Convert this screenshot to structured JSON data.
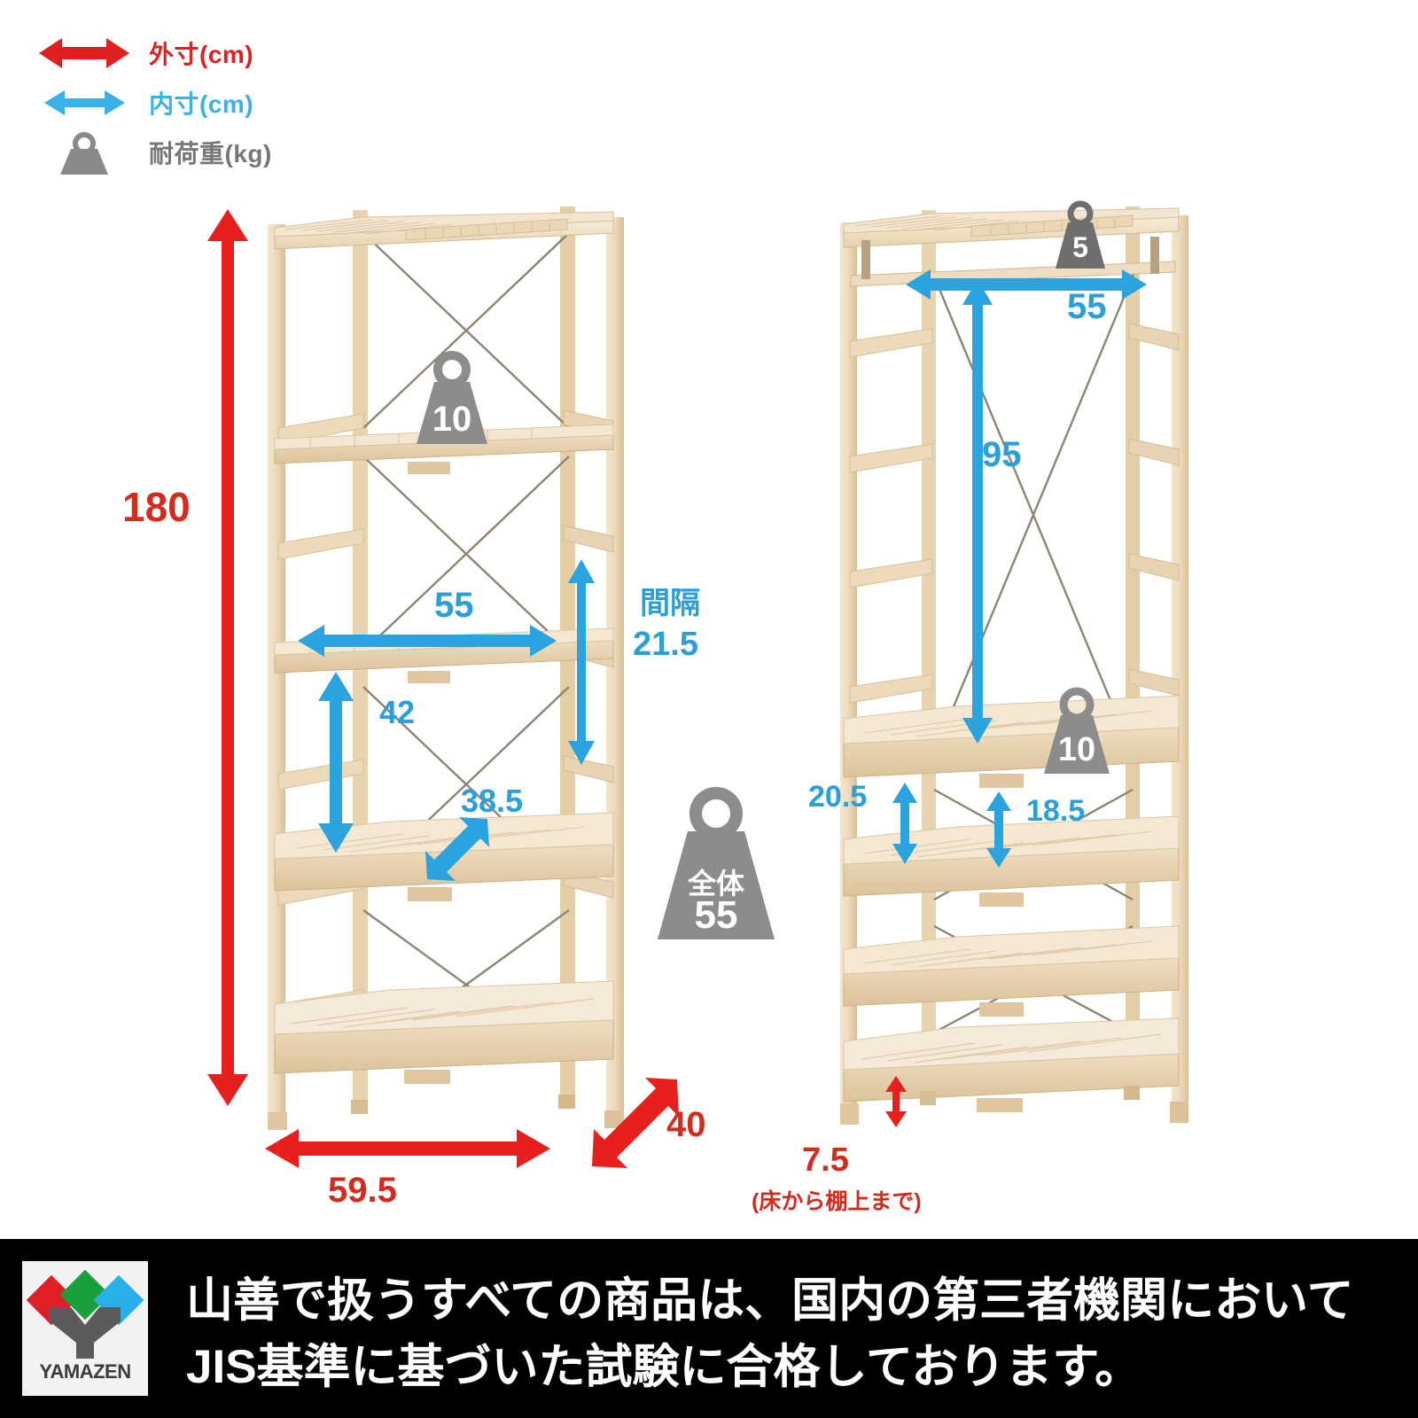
{
  "legend": {
    "rows": [
      {
        "icon": "double-arrow-red-icon",
        "label": "外寸(cm)",
        "color": "#e02020"
      },
      {
        "icon": "double-arrow-blue-icon",
        "label": "内寸(cm)",
        "color": "#3ab0e8"
      },
      {
        "icon": "weight-gray-icon",
        "label": "耐荷重(kg)",
        "color": "#777777"
      }
    ]
  },
  "colors": {
    "outer_dim_red": "#d42b1f",
    "inner_dim_blue": "#2a9fd8",
    "weight_gray": "#808080",
    "wood_light": "#f0e0c4",
    "wood_mid": "#e3cda6",
    "wood_dark": "#c9ad82",
    "wire": "#8a8070",
    "banner_bg": "#000000"
  },
  "left_rack": {
    "name": "5-shelf open rack",
    "height_label": "180",
    "width_label": "59.5",
    "depth_label": "40",
    "inner_width_label": "55",
    "inner_height_label": "42",
    "inner_depth_label": "38.5",
    "spacing_title": "間隔",
    "spacing_value": "21.5",
    "shelf_load": "10"
  },
  "right_rack": {
    "name": "hanger rack with shelves",
    "hanger_load": "5",
    "hanger_width_label": "55",
    "hanging_height_label": "95",
    "shelf_load": "10",
    "shelf_gap_left_label": "20.5",
    "shelf_gap_right_label": "18.5",
    "floor_clearance_value": "7.5",
    "floor_clearance_note": "(床から棚上まで)"
  },
  "total_weight": {
    "title": "全体",
    "value": "55"
  },
  "banner": {
    "logo_name": "YAMAZEN",
    "line1": "山善で扱うすべての商品は、国内の第三者機関において",
    "line2": "JIS基準に基づいた試験に合格しております。"
  }
}
